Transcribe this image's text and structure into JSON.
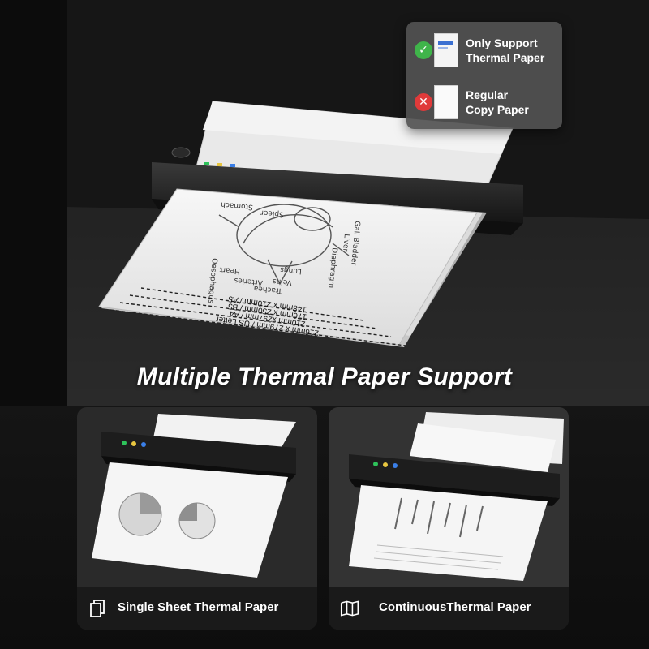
{
  "top_badge": {
    "supported": {
      "line1": "Only Support",
      "line2": "Thermal Paper",
      "icon": "check-icon",
      "color": "#3fb44a"
    },
    "unsupported": {
      "line1": "Regular",
      "line2": "Copy Paper",
      "icon": "cross-icon",
      "color": "#e03a3a"
    }
  },
  "hero": {
    "paper_sizes": [
      "148mm x 210mm / A5",
      "176mm x 250mm / B5",
      "210mm x297mm / A4",
      "216mm x 279mm / US Letter"
    ],
    "anatomy_labels": [
      "Stomach",
      "Spleen",
      "Gall Bladder",
      "Liver",
      "Diaphragm",
      "Lungs",
      "Veins",
      "Trachea",
      "Arteries",
      "Heart",
      "Oesophagus"
    ]
  },
  "headline": "Multiple Thermal  Paper Support",
  "panels": {
    "single": {
      "caption": "Single Sheet Thermal Paper",
      "icon": "sheets-icon"
    },
    "continuous": {
      "caption": "ContinuousThermal Paper",
      "icon": "folded-paper-icon"
    }
  }
}
